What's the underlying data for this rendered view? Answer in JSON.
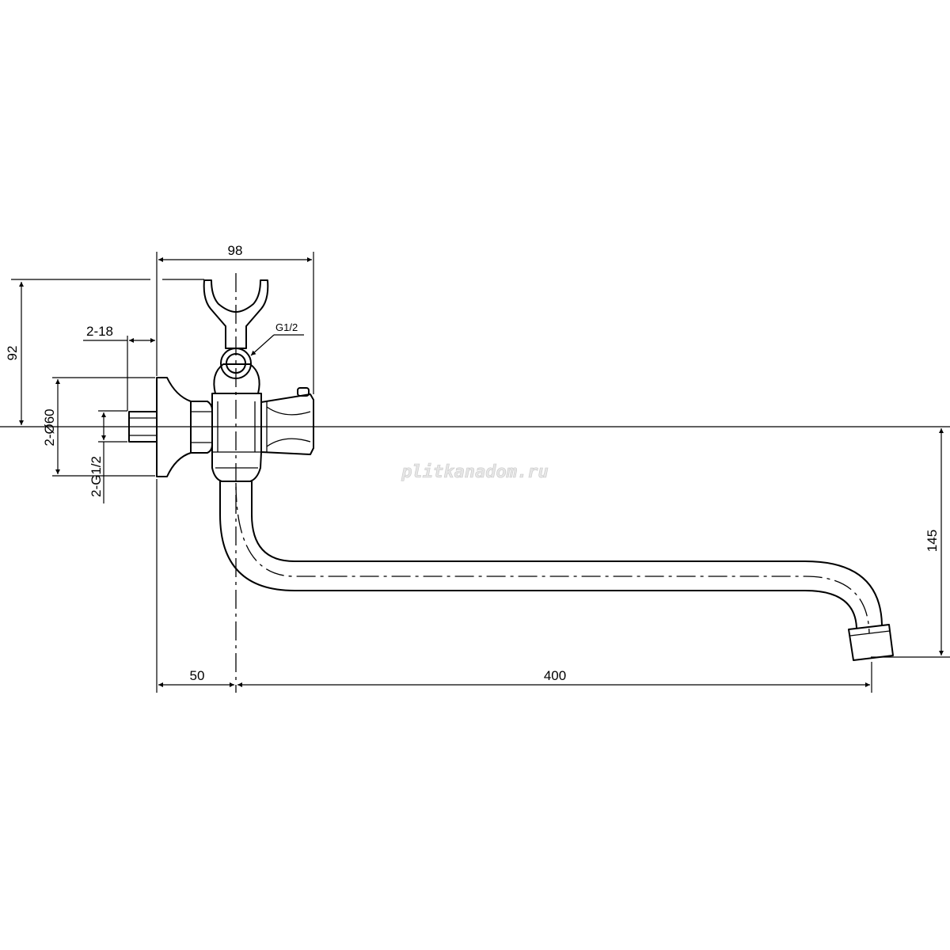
{
  "dimensions": {
    "width_98": "98",
    "height_92": "92",
    "width_2_18": "2-18",
    "thread_g12": "G1/2",
    "dia_2_d60": "2-Ø60",
    "thread_2_g12": "2-G1/2",
    "height_145": "145",
    "offset_50": "50",
    "length_400": "400"
  },
  "watermark": "plitkanadom.ru"
}
